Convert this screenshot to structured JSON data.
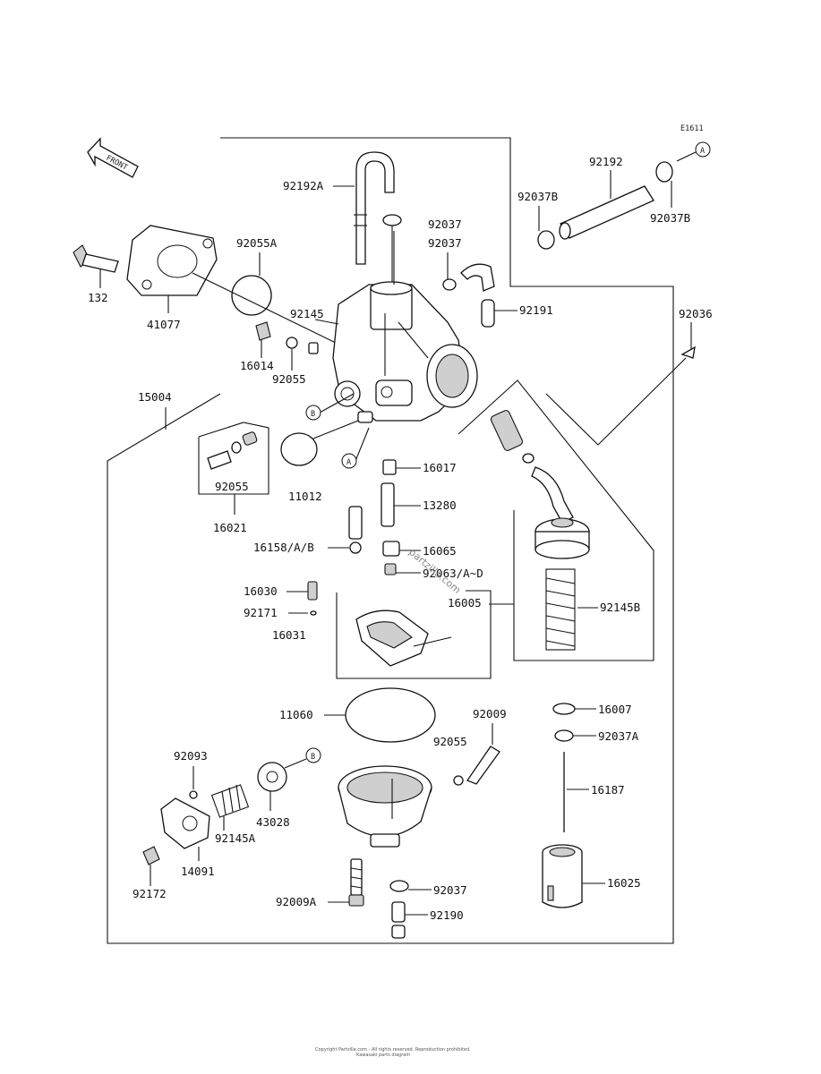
{
  "diagram_id": "E1611",
  "front_label": "FRONT",
  "ref_a": "A",
  "ref_b": "B",
  "watermark": "partzilla.com",
  "footer_line1": "Copyright Partzilla.com - All rights reserved. Reproduction prohibited.",
  "footer_line2": "Kawasaki parts diagram",
  "parts": {
    "p92192A": "92192A",
    "p92037_top": "92037",
    "p92037_mid": "92037",
    "p92191": "92191",
    "p92055A": "92055A",
    "p132": "132",
    "p41077": "41077",
    "p92145": "92145",
    "p16014": "16014",
    "p92055_a": "92055",
    "p92192": "92192",
    "p92037B_l": "92037B",
    "p92037B_r": "92037B",
    "p92036": "92036",
    "p15004": "15004",
    "p92055_b": "92055",
    "p16021": "16021",
    "p11012": "11012",
    "p16017": "16017",
    "p13280": "13280",
    "p16158": "16158/A/B",
    "p16065": "16065",
    "p92063": "92063/A~D",
    "p16005": "16005",
    "p92145B": "92145B",
    "p16030": "16030",
    "p92171": "92171",
    "p16031": "16031",
    "p11060": "11060",
    "p92009": "92009",
    "p92055_c": "92055",
    "p16007": "16007",
    "p92037A": "92037A",
    "p16187": "16187",
    "p92093": "92093",
    "p43028": "43028",
    "p92145A": "92145A",
    "p14091": "14091",
    "p92172": "92172",
    "p92009A": "92009A",
    "p92037_bot": "92037",
    "p92190": "92190",
    "p16025": "16025"
  }
}
